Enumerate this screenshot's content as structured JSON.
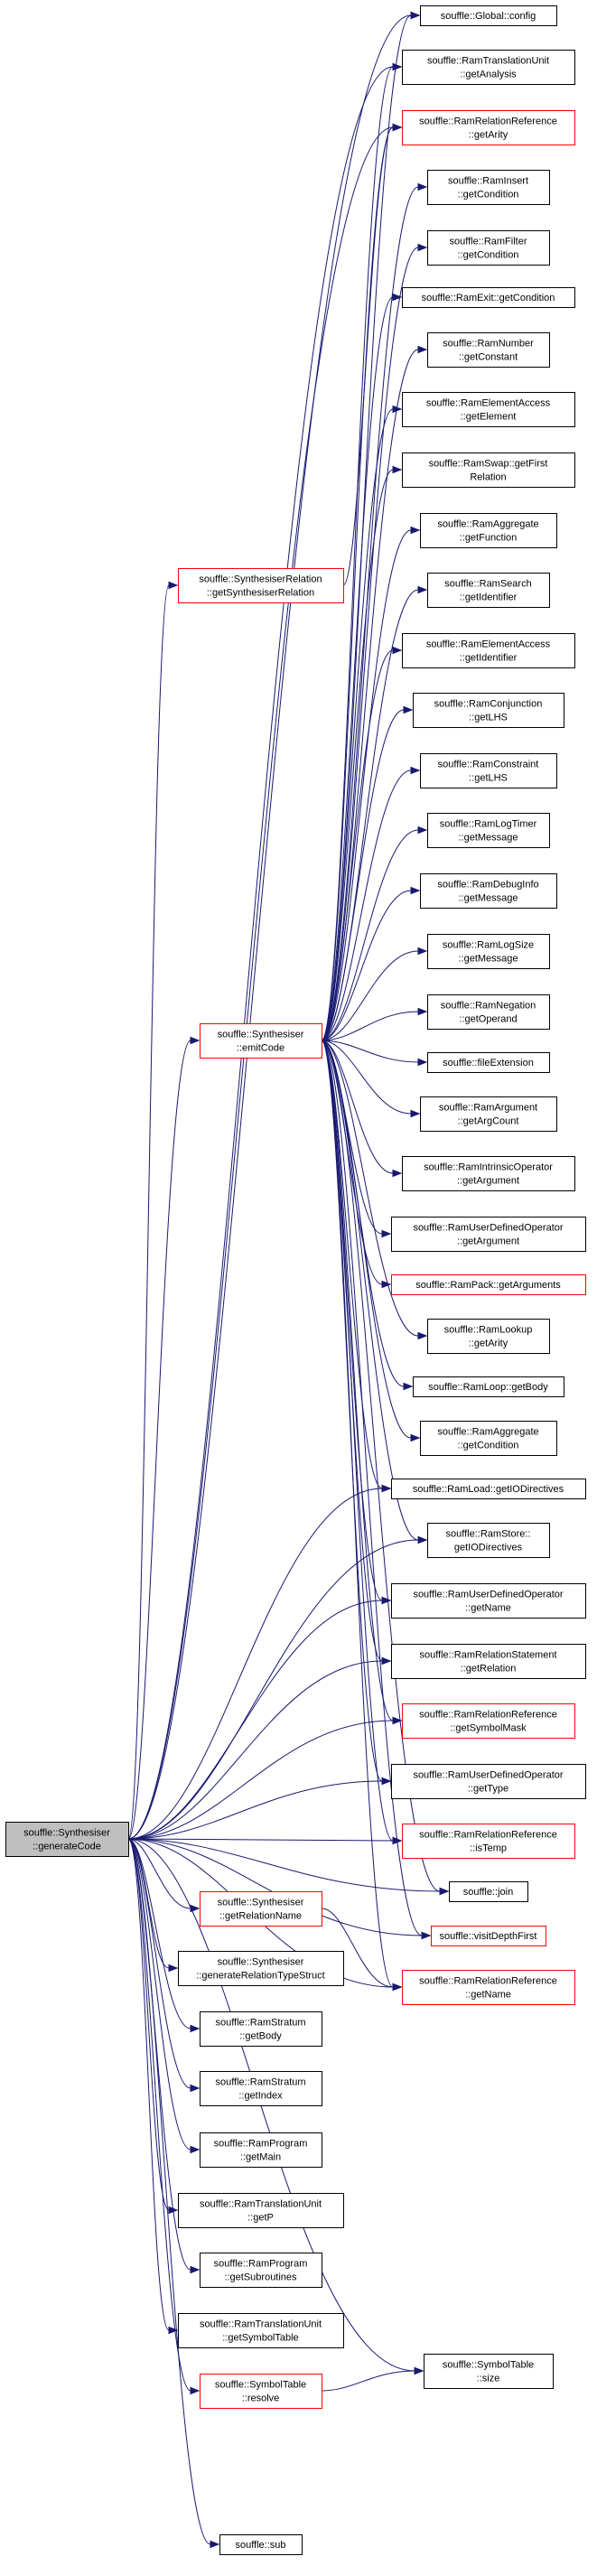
{
  "colors": {
    "edge": "#191970",
    "border_default": "#000000",
    "border_truncated": "#ff0000",
    "root_fill": "#bfbfbf",
    "node_fill": "#ffffff"
  },
  "nodes": [
    {
      "id": "gen",
      "lines": [
        "souffle::Synthesiser",
        "::generateCode"
      ],
      "style": "root"
    },
    {
      "id": "emit",
      "lines": [
        "souffle::Synthesiser",
        "::emitCode"
      ],
      "style": "red"
    },
    {
      "id": "getsynrel",
      "lines": [
        "souffle::SynthesiserRelation",
        "::getSynthesiserRelation"
      ],
      "style": "red"
    },
    {
      "id": "getrelname",
      "lines": [
        "souffle::Synthesiser",
        "::getRelationName"
      ],
      "style": "red"
    },
    {
      "id": "genreltype",
      "lines": [
        "souffle::Synthesiser",
        "::generateRelationTypeStruct"
      ],
      "style": "black"
    },
    {
      "id": "strbody",
      "lines": [
        "souffle::RamStratum",
        "::getBody"
      ],
      "style": "black"
    },
    {
      "id": "strindex",
      "lines": [
        "souffle::RamStratum",
        "::getIndex"
      ],
      "style": "black"
    },
    {
      "id": "progmain",
      "lines": [
        "souffle::RamProgram",
        "::getMain"
      ],
      "style": "black"
    },
    {
      "id": "tugetp",
      "lines": [
        "souffle::RamTranslationUnit",
        "::getP"
      ],
      "style": "black"
    },
    {
      "id": "progsub",
      "lines": [
        "souffle::RamProgram",
        "::getSubroutines"
      ],
      "style": "black"
    },
    {
      "id": "tusym",
      "lines": [
        "souffle::RamTranslationUnit",
        "::getSymbolTable"
      ],
      "style": "black"
    },
    {
      "id": "symresolve",
      "lines": [
        "souffle::SymbolTable",
        "::resolve"
      ],
      "style": "red"
    },
    {
      "id": "sub",
      "lines": [
        "souffle::sub"
      ],
      "style": "black"
    },
    {
      "id": "gconfig",
      "lines": [
        "souffle::Global::config"
      ],
      "style": "black"
    },
    {
      "id": "tuanalysis",
      "lines": [
        "souffle::RamTranslationUnit",
        "::getAnalysis"
      ],
      "style": "black"
    },
    {
      "id": "rrarity",
      "lines": [
        "souffle::RamRelationReference",
        "::getArity"
      ],
      "style": "red"
    },
    {
      "id": "inscond",
      "lines": [
        "souffle::RamInsert",
        "::getCondition"
      ],
      "style": "black"
    },
    {
      "id": "filtcond",
      "lines": [
        "souffle::RamFilter",
        "::getCondition"
      ],
      "style": "black"
    },
    {
      "id": "exitcond",
      "lines": [
        "souffle::RamExit::getCondition"
      ],
      "style": "black"
    },
    {
      "id": "numconst",
      "lines": [
        "souffle::RamNumber",
        "::getConstant"
      ],
      "style": "black"
    },
    {
      "id": "elemelem",
      "lines": [
        "souffle::RamElementAccess",
        "::getElement"
      ],
      "style": "black"
    },
    {
      "id": "swapfirst",
      "lines": [
        "souffle::RamSwap::getFirst",
        "Relation"
      ],
      "style": "black"
    },
    {
      "id": "aggfunc",
      "lines": [
        "souffle::RamAggregate",
        "::getFunction"
      ],
      "style": "black"
    },
    {
      "id": "searchid",
      "lines": [
        "souffle::RamSearch",
        "::getIdentifier"
      ],
      "style": "black"
    },
    {
      "id": "elemid",
      "lines": [
        "souffle::RamElementAccess",
        "::getIdentifier"
      ],
      "style": "black"
    },
    {
      "id": "conjlhs",
      "lines": [
        "souffle::RamConjunction",
        "::getLHS"
      ],
      "style": "black"
    },
    {
      "id": "constrlhs",
      "lines": [
        "souffle::RamConstraint",
        "::getLHS"
      ],
      "style": "black"
    },
    {
      "id": "timermsg",
      "lines": [
        "souffle::RamLogTimer",
        "::getMessage"
      ],
      "style": "black"
    },
    {
      "id": "debugmsg",
      "lines": [
        "souffle::RamDebugInfo",
        "::getMessage"
      ],
      "style": "black"
    },
    {
      "id": "logsizemsg",
      "lines": [
        "souffle::RamLogSize",
        "::getMessage"
      ],
      "style": "black"
    },
    {
      "id": "negop",
      "lines": [
        "souffle::RamNegation",
        "::getOperand"
      ],
      "style": "black"
    },
    {
      "id": "fileext",
      "lines": [
        "souffle::fileExtension"
      ],
      "style": "black"
    },
    {
      "id": "argcount",
      "lines": [
        "souffle::RamArgument",
        "::getArgCount"
      ],
      "style": "black"
    },
    {
      "id": "intrinarg",
      "lines": [
        "souffle::RamIntrinsicOperator",
        "::getArgument"
      ],
      "style": "black"
    },
    {
      "id": "udoarg",
      "lines": [
        "souffle::RamUserDefinedOperator",
        "::getArgument"
      ],
      "style": "black"
    },
    {
      "id": "packargs",
      "lines": [
        "souffle::RamPack::getArguments"
      ],
      "style": "red"
    },
    {
      "id": "lookuparity",
      "lines": [
        "souffle::RamLookup",
        "::getArity"
      ],
      "style": "black"
    },
    {
      "id": "loopbody",
      "lines": [
        "souffle::RamLoop::getBody"
      ],
      "style": "black"
    },
    {
      "id": "aggcond",
      "lines": [
        "souffle::RamAggregate",
        "::getCondition"
      ],
      "style": "black"
    },
    {
      "id": "loadio",
      "lines": [
        "souffle::RamLoad::getIODirectives"
      ],
      "style": "black"
    },
    {
      "id": "storeio",
      "lines": [
        "souffle::RamStore::",
        "getIODirectives"
      ],
      "style": "black"
    },
    {
      "id": "udoname",
      "lines": [
        "souffle::RamUserDefinedOperator",
        "::getName"
      ],
      "style": "black"
    },
    {
      "id": "rsrel",
      "lines": [
        "souffle::RamRelationStatement",
        "::getRelation"
      ],
      "style": "black"
    },
    {
      "id": "rrsymmask",
      "lines": [
        "souffle::RamRelationReference",
        "::getSymbolMask"
      ],
      "style": "red"
    },
    {
      "id": "udotype",
      "lines": [
        "souffle::RamUserDefinedOperator",
        "::getType"
      ],
      "style": "black"
    },
    {
      "id": "rristemp",
      "lines": [
        "souffle::RamRelationReference",
        "::isTemp"
      ],
      "style": "red"
    },
    {
      "id": "join",
      "lines": [
        "souffle::join"
      ],
      "style": "black"
    },
    {
      "id": "visitdf",
      "lines": [
        "souffle::visitDepthFirst"
      ],
      "style": "red"
    },
    {
      "id": "rrname",
      "lines": [
        "souffle::RamRelationReference",
        "::getName"
      ],
      "style": "red"
    },
    {
      "id": "symsize",
      "lines": [
        "souffle::SymbolTable",
        "::size"
      ],
      "style": "black"
    }
  ]
}
